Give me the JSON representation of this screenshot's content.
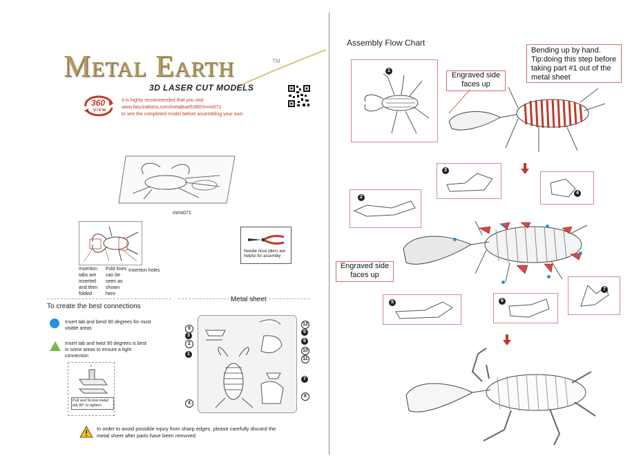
{
  "header": {
    "brand": "Metal Earth",
    "trademark": "TM",
    "subtitle": "3D LASER CUT MODELS",
    "badge_number": "360",
    "badge_word": "view",
    "recommend_line1": "It is highly recommended that you visit",
    "recommend_url": "www.fascinations.com/metalearth360/mms071",
    "recommend_line2": "to see the completed model before assembling your own"
  },
  "model": {
    "code": "mms071"
  },
  "diagram": {
    "insertion_tabs": "Insertion tabs are inserted and then folded",
    "fold_lines": "Fold lines can be seen as shown here",
    "insertion_holes": "Insertion holes",
    "pliers": "Needle nose pliers are helpful for assembly"
  },
  "connections": {
    "title": "To create the best connections",
    "blue": "Insert tab and bend 90 degrees for most visible areas",
    "green": "Insert tab and twist 90 degrees is best in some areas to ensure a tight connection",
    "twist_caption": "Pull and Screw metal tab 90° to tighten"
  },
  "metal_sheet": {
    "label": "Metal sheet",
    "left_numbers": [
      "9",
      "3",
      "2",
      "1",
      "4"
    ],
    "right_numbers": [
      "12",
      "5",
      "6",
      "10",
      "11",
      "7",
      "8"
    ]
  },
  "warning": "In order to avoid possible injury from sharp edges, please carefully discard the metal sheet after parts have been removed",
  "assembly": {
    "title": "Assembly Flow Chart",
    "engraved_1": "Engraved side faces up",
    "bending": "Bending up by hand. Tip:doing this step before taking part #1 out of the metal sheet",
    "engraved_2": "Engraved side faces up",
    "parts": [
      "1",
      "2",
      "3",
      "4",
      "5",
      "6",
      "7"
    ]
  },
  "colors": {
    "accent_red": "#c0392b",
    "brand_gold": "#b39a5e",
    "blue_dot": "#2a8fd6",
    "green_tri": "#7ab648"
  }
}
